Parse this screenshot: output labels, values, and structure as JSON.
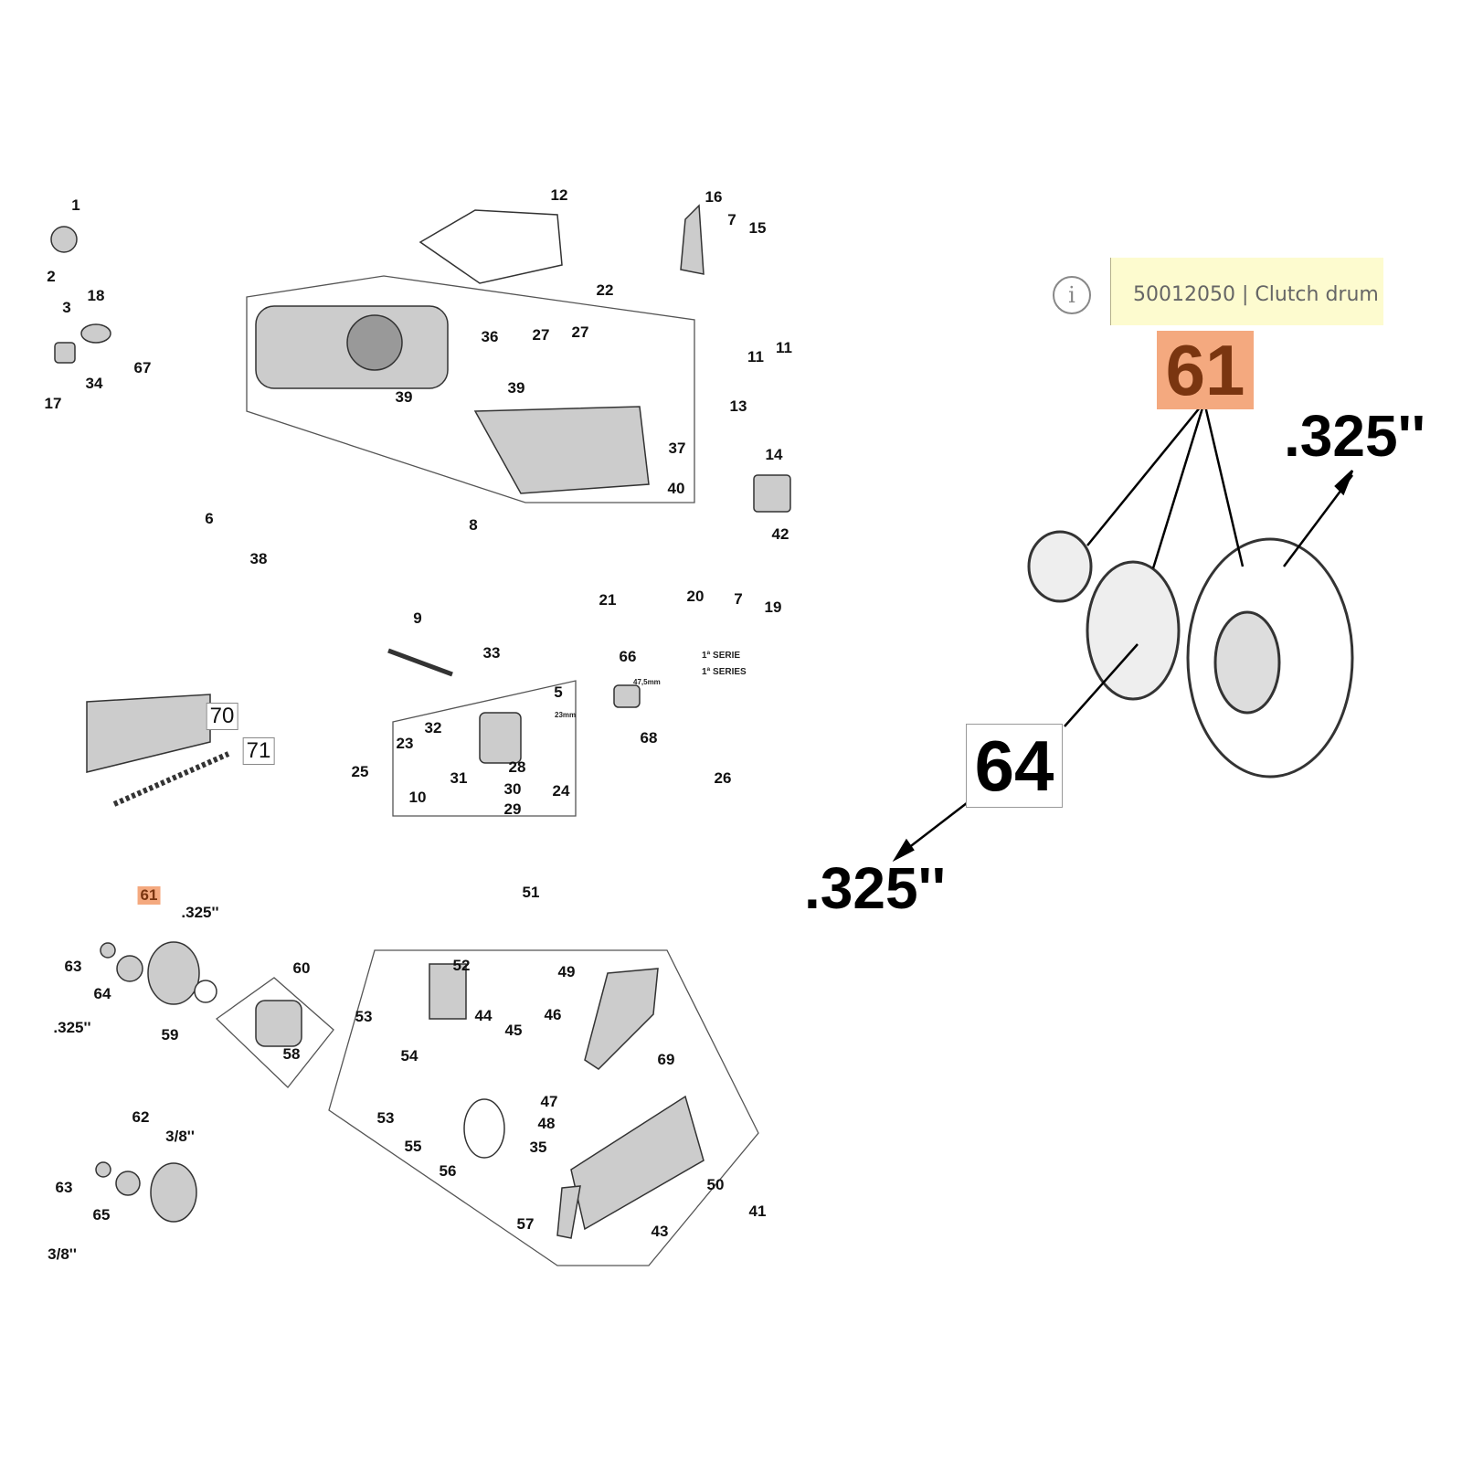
{
  "tooltip": {
    "text": "50012050 | Clutch drum",
    "icon": "info-icon"
  },
  "detail": {
    "callout_main": "61",
    "callout_secondary": "64",
    "pitch_top": ".325''",
    "pitch_bottom": ".325''"
  },
  "labels": [
    "1",
    "2",
    "3",
    "18",
    "67",
    "34",
    "17",
    "12",
    "16",
    "7",
    "15",
    "22",
    "36",
    "27",
    "27",
    "39",
    "39",
    "11",
    "11",
    "13",
    "14",
    "37",
    "40",
    "42",
    "6",
    "8",
    "38",
    "21",
    "20",
    "7",
    "19",
    "9",
    "33",
    "5",
    "32",
    "23",
    "28",
    "31",
    "25",
    "10",
    "30",
    "29",
    "24",
    "66",
    "68",
    "26",
    "70",
    "71",
    "61",
    ".325''",
    "63",
    "64",
    ".325''",
    "59",
    "60",
    "58",
    "51",
    "52",
    "49",
    "53",
    "44",
    "45",
    "46",
    "54",
    "69",
    "47",
    "48",
    "35",
    "53",
    "55",
    "56",
    "50",
    "41",
    "57",
    "43",
    "62",
    "3/8''",
    "63",
    "65",
    "3/8''"
  ],
  "notes": {
    "serie1": "1ª SERIE",
    "serie2": "1ª SERIES",
    "length": "47,5mm",
    "size": "23mm"
  },
  "highlight_color": "#f4a97f"
}
